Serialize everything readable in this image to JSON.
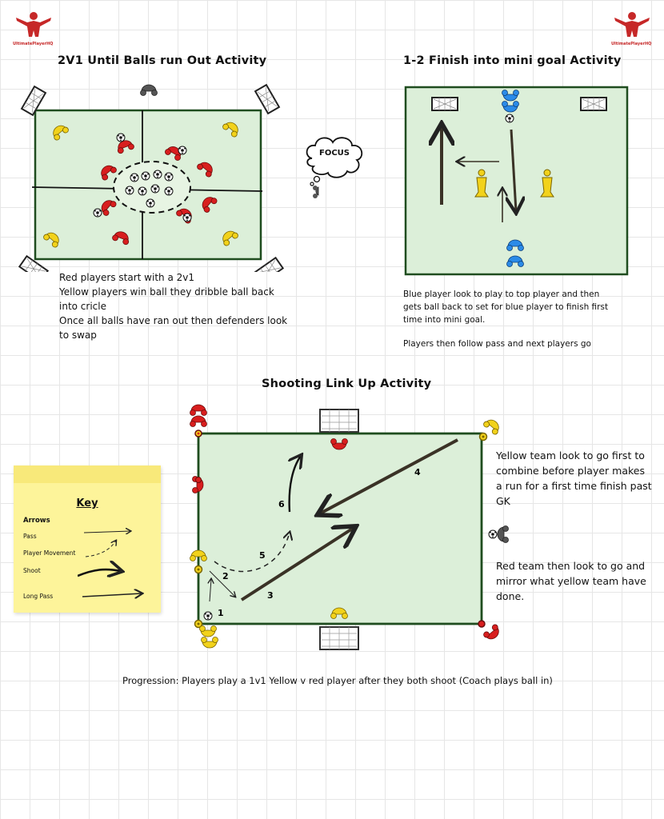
{
  "brand": {
    "logo_text": "UltimatePlayerHQ"
  },
  "activity1": {
    "title": "2V1 Until Balls run Out Activity",
    "notes": [
      "Red players start with a 2v1",
      "Yellow players win ball they dribble ball back into cricle",
      "Once all balls have ran out then defenders look to swap"
    ]
  },
  "focus": {
    "label": "FOCUS"
  },
  "activity2": {
    "title": "1-2 Finish into mini goal Activity",
    "notes": [
      "Blue player look to play to top player and then gets ball back to set for blue player to finish first time into mini goal.",
      "Players then follow pass and next players go"
    ]
  },
  "activity3": {
    "title": "Shooting Link Up Activity",
    "labels": [
      "1",
      "2",
      "3",
      "4",
      "5",
      "6"
    ],
    "notes": [
      "Yellow team look to go first to combine before player makes a run for a first time finish past GK",
      "Red team then look to go and mirror what yellow team have done."
    ],
    "progression": "Progression: Players play a 1v1 Yellow v red player after they both shoot (Coach plays ball in)"
  },
  "key": {
    "title": "Key",
    "subtitle": "Arrows",
    "items": [
      "Pass",
      "Player Movement",
      "Shoot",
      "Long Pass"
    ]
  },
  "colors": {
    "pitch": "#dcefd9",
    "pitch_line": "#1f4d1f",
    "red": "#d81e1e",
    "yellow": "#f2d21b",
    "blue": "#2b8be8",
    "sticky": "#fdf49a"
  }
}
